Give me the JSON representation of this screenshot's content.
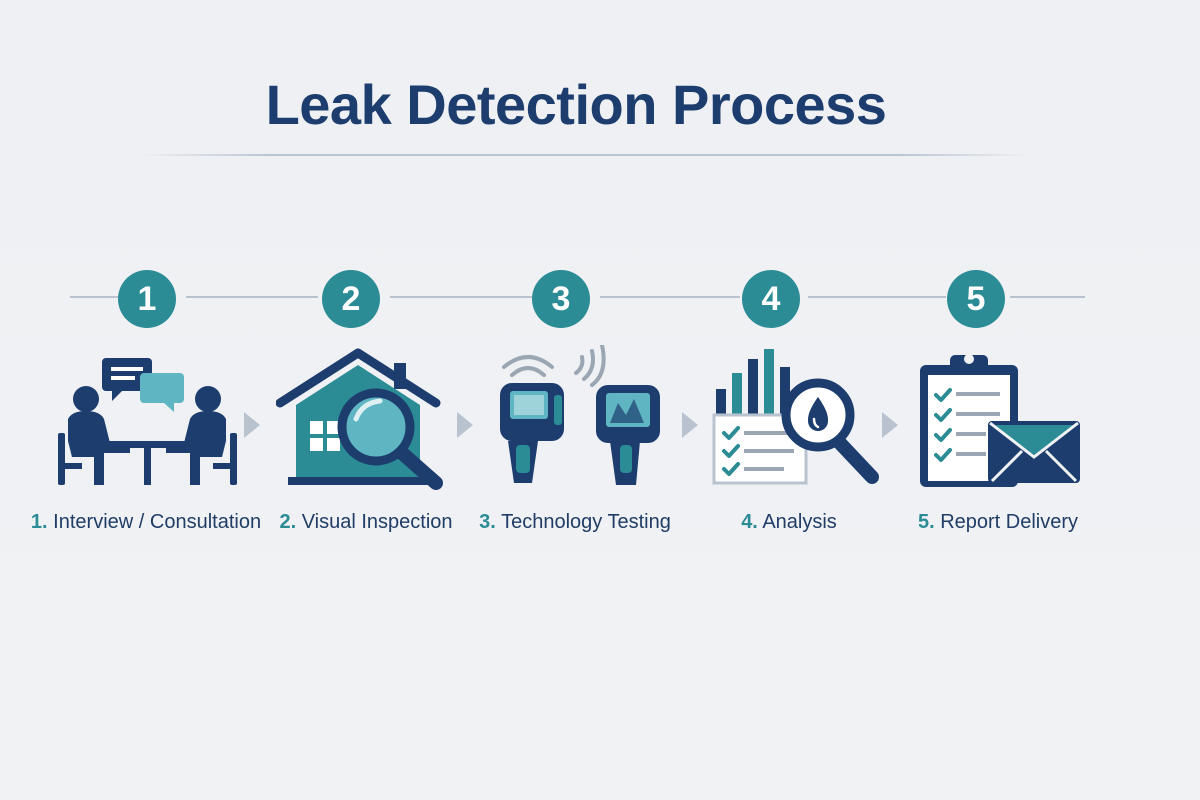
{
  "title": "Leak Detection Process",
  "colors": {
    "navy": "#1c3d6e",
    "teal": "#2b8c96",
    "light_teal": "#5fb6c2",
    "line": "#b9c3cf",
    "background": "#eff1f4"
  },
  "steps": [
    {
      "number": "1",
      "prefix": "1.",
      "label": "Interview / Consultation",
      "icon": "consultation-icon"
    },
    {
      "number": "2",
      "prefix": "2.",
      "label": "Visual Inspection",
      "icon": "house-magnifier-icon"
    },
    {
      "number": "3",
      "prefix": "3.",
      "label": "Technology Testing",
      "icon": "detector-devices-icon"
    },
    {
      "number": "4",
      "prefix": "4.",
      "label": "Analysis",
      "icon": "analysis-chart-icon"
    },
    {
      "number": "5",
      "prefix": "5.",
      "label": "Report Delivery",
      "icon": "report-envelope-icon"
    }
  ]
}
